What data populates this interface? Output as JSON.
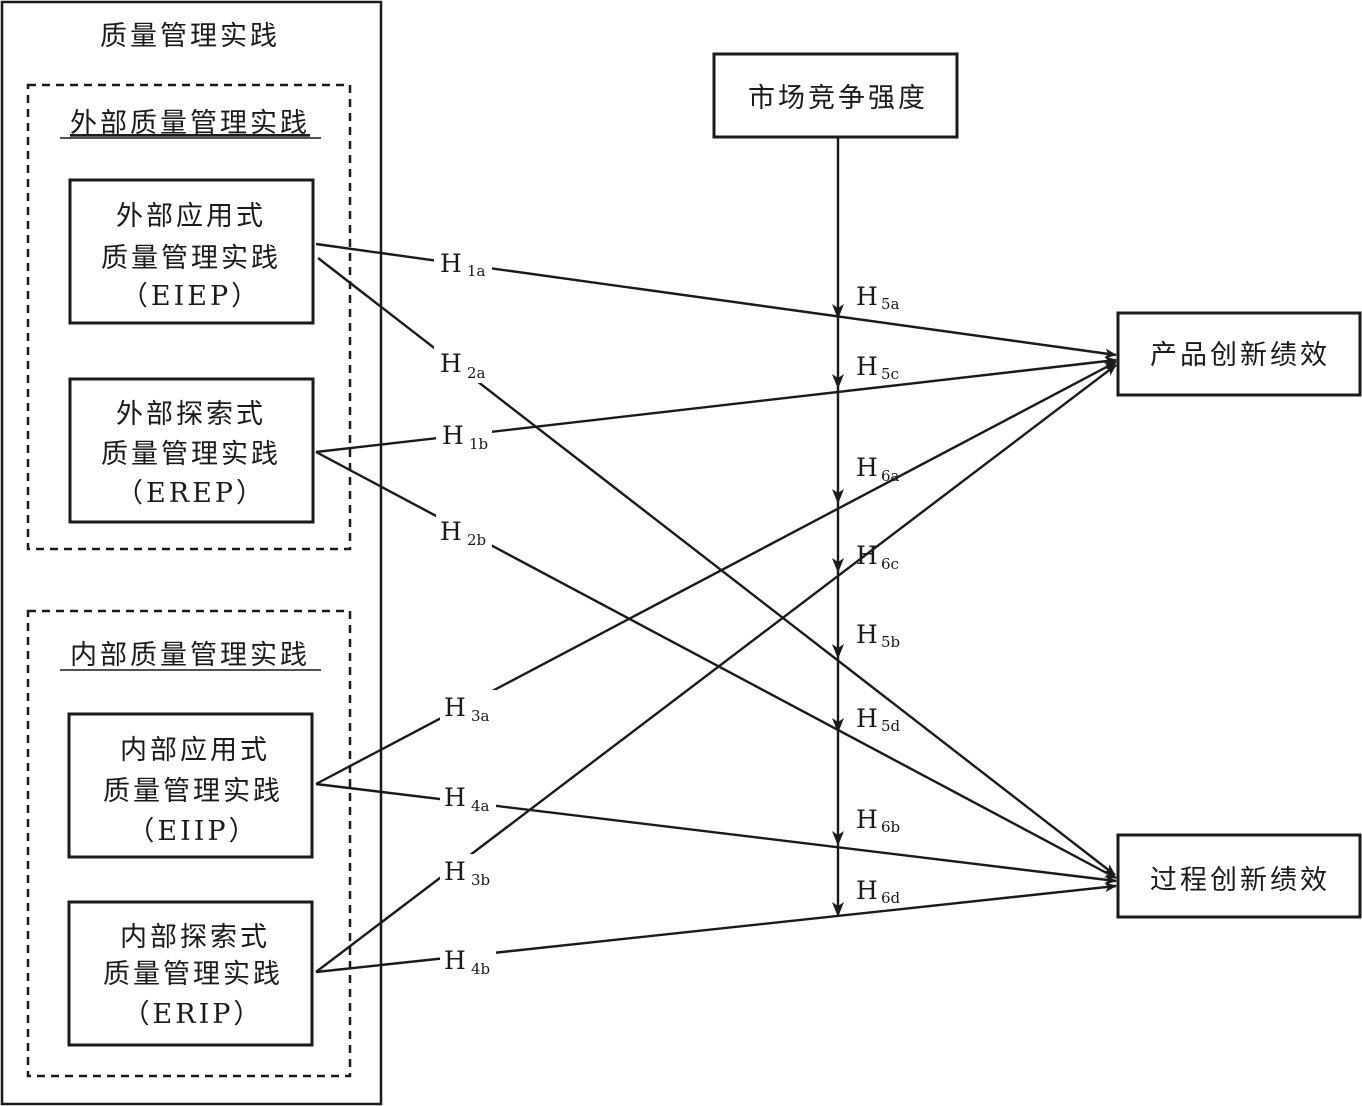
{
  "groups": {
    "outer_title": "质量管理实践",
    "external_title": "外部质量管理实践",
    "internal_title": "内部质量管理实践"
  },
  "nodes": {
    "eiep": {
      "line1": "外部应用式",
      "line2": "质量管理实践",
      "line3": "（EIEP）"
    },
    "erep": {
      "line1": "外部探索式",
      "line2": "质量管理实践",
      "line3": "（EREP）"
    },
    "eiip": {
      "line1": "内部应用式",
      "line2": "质量管理实践",
      "line3": "（EIIP）"
    },
    "erip": {
      "line1": "内部探索式",
      "line2": "质量管理实践",
      "line3": "（ERIP）"
    },
    "competition": {
      "label": "市场竞争强度"
    },
    "product": {
      "label": "产品创新绩效"
    },
    "process": {
      "label": "过程创新绩效"
    }
  },
  "hypotheses": {
    "h1a": {
      "main": "H",
      "sub": "1a"
    },
    "h2a": {
      "main": "H",
      "sub": "2a"
    },
    "h1b": {
      "main": "H",
      "sub": "1b"
    },
    "h2b": {
      "main": "H",
      "sub": "2b"
    },
    "h3a": {
      "main": "H",
      "sub": "3a"
    },
    "h4a": {
      "main": "H",
      "sub": "4a"
    },
    "h3b": {
      "main": "H",
      "sub": "3b"
    },
    "h4b": {
      "main": "H",
      "sub": "4b"
    },
    "h5a": {
      "main": "H",
      "sub": "5a"
    },
    "h5c": {
      "main": "H",
      "sub": "5c"
    },
    "h6a": {
      "main": "H",
      "sub": "6a"
    },
    "h6c": {
      "main": "H",
      "sub": "6c"
    },
    "h5b": {
      "main": "H",
      "sub": "5b"
    },
    "h5d": {
      "main": "H",
      "sub": "5d"
    },
    "h6b": {
      "main": "H",
      "sub": "6b"
    },
    "h6d": {
      "main": "H",
      "sub": "6d"
    }
  }
}
